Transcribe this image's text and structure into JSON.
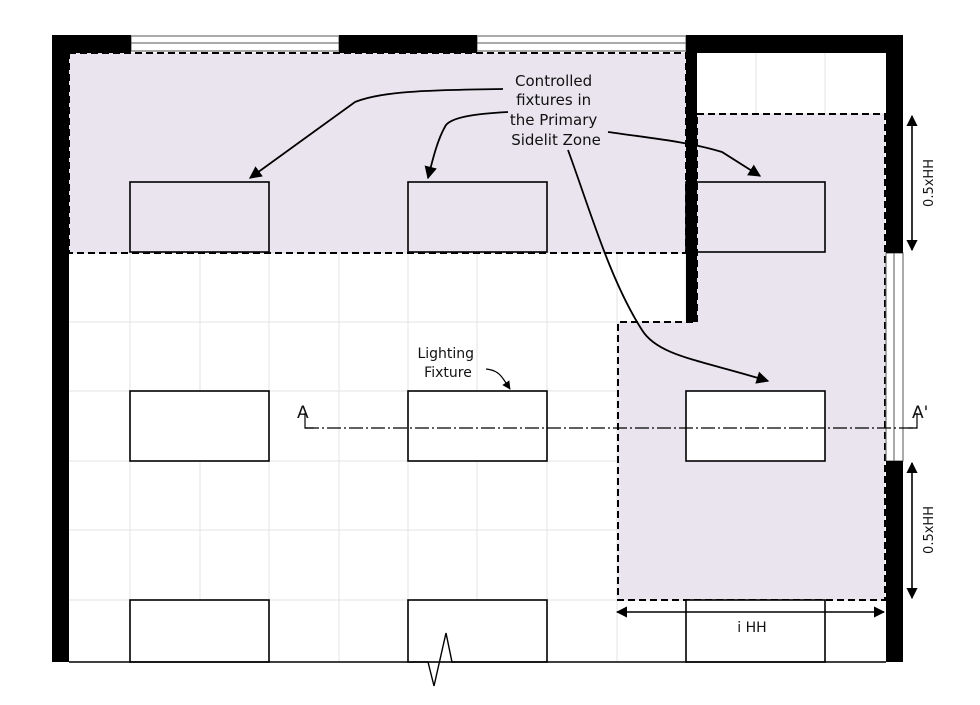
{
  "annotations": {
    "controlled_line1": "Controlled",
    "controlled_line2": "fixtures in",
    "controlled_line3": "the Primary",
    "controlled_line4": "Sidelit Zone",
    "lighting_line1": "Lighting",
    "lighting_line2": "Fixture"
  },
  "section": {
    "start_mark": "A",
    "end_mark": "A'"
  },
  "dimensions": {
    "upper_window_depth": "0.5xHH",
    "lower_window_depth": "0.5xHH",
    "zone_width": "i HH"
  },
  "colors": {
    "zone_fill": "#e9e4ee",
    "wall": "#000000",
    "grid": "#e3e3e3"
  }
}
